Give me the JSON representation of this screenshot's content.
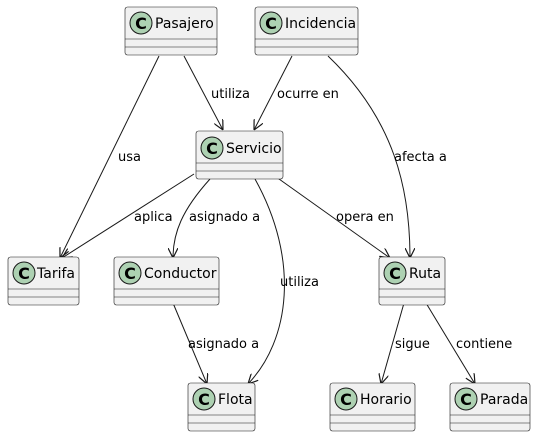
{
  "classes": {
    "pasajero": {
      "name": "Pasajero",
      "stereotype": "C"
    },
    "incidencia": {
      "name": "Incidencia",
      "stereotype": "C"
    },
    "servicio": {
      "name": "Servicio",
      "stereotype": "C"
    },
    "tarifa": {
      "name": "Tarifa",
      "stereotype": "C"
    },
    "conductor": {
      "name": "Conductor",
      "stereotype": "C"
    },
    "ruta": {
      "name": "Ruta",
      "stereotype": "C"
    },
    "flota": {
      "name": "Flota",
      "stereotype": "C"
    },
    "horario": {
      "name": "Horario",
      "stereotype": "C"
    },
    "parada": {
      "name": "Parada",
      "stereotype": "C"
    }
  },
  "relations": {
    "pasajero_tarifa": {
      "from": "Pasajero",
      "to": "Tarifa",
      "label": "usa"
    },
    "pasajero_servicio": {
      "from": "Pasajero",
      "to": "Servicio",
      "label": "utiliza"
    },
    "incidencia_servicio": {
      "from": "Incidencia",
      "to": "Servicio",
      "label": "ocurre en"
    },
    "incidencia_ruta": {
      "from": "Incidencia",
      "to": "Ruta",
      "label": "afecta a"
    },
    "servicio_tarifa": {
      "from": "Servicio",
      "to": "Tarifa",
      "label": "aplica"
    },
    "servicio_conductor": {
      "from": "Servicio",
      "to": "Conductor",
      "label": "asignado a"
    },
    "servicio_flota": {
      "from": "Servicio",
      "to": "Flota",
      "label": "utiliza"
    },
    "servicio_ruta": {
      "from": "Servicio",
      "to": "Ruta",
      "label": "opera en"
    },
    "conductor_flota": {
      "from": "Conductor",
      "to": "Flota",
      "label": "asignado a"
    },
    "ruta_horario": {
      "from": "Ruta",
      "to": "Horario",
      "label": "sigue"
    },
    "ruta_parada": {
      "from": "Ruta",
      "to": "Parada",
      "label": "contiene"
    }
  }
}
